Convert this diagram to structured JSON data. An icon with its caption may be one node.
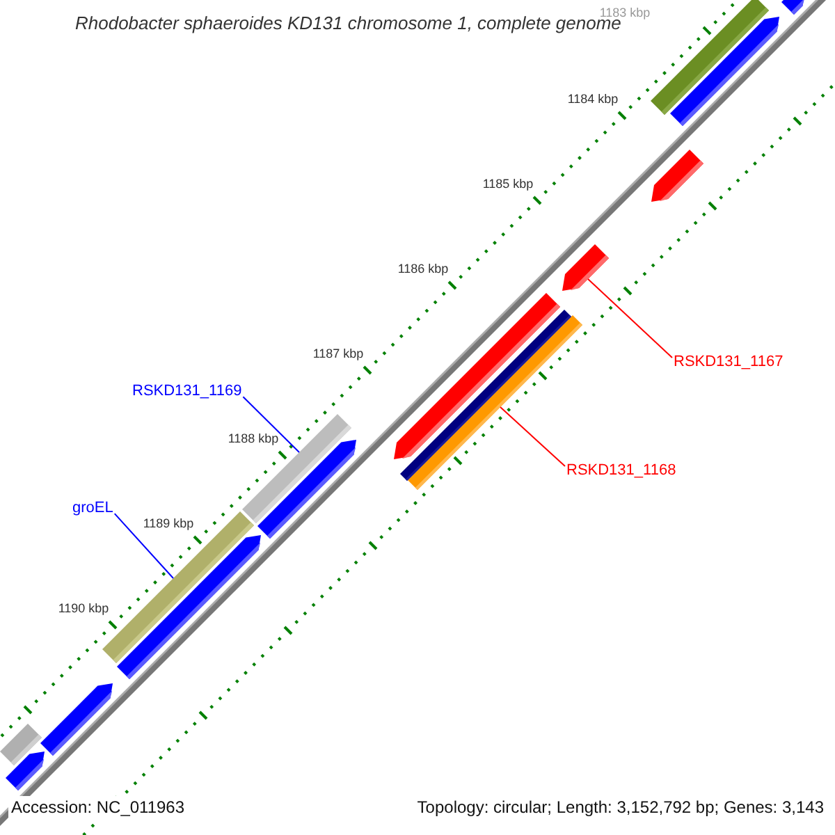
{
  "diagram": {
    "title": "Rhodobacter sphaeroides KD131 chromosome 1, complete genome",
    "nodes": [
      {
        "text": [
          "RSKD131_1169"
        ]
      },
      {
        "text": [],
        "shape": "bar"
      },
      {
        "text": [
          "groEL"
        ]
      },
      {
        "text": [],
        "shape": "bar"
      },
      {
        "text": [
          "RSKD131_1167"
        ]
      },
      {
        "text": [],
        "shape": "bar"
      },
      {
        "text": [
          "RSKD131_1168"
        ]
      },
      {
        "text": [],
        "shape": "bar"
      },
      {
        "text": [],
        "shape": "bar"
      },
      {
        "text": [],
        "shape": "bar"
      },
      {
        "text": [],
        "shape": "bar"
      },
      {
        "text": [],
        "shape": "bar"
      },
      {
        "text": [],
        "shape": "bar"
      },
      {
        "text": [],
        "shape": "bar"
      },
      {
        "text": [],
        "shape": "bar"
      },
      {
        "text": [],
        "shape": "bar"
      },
      {
        "text": [],
        "shape": "bar"
      },
      {
        "text": [],
        "shape": "bar"
      },
      {
        "text": [],
        "shape": "bar"
      }
    ],
    "edges": [
      {
        "from": 0,
        "to": 1,
        "arrow": "none",
        "color": "#0000ff"
      },
      {
        "from": 2,
        "to": 3,
        "arrow": "none",
        "color": "#0000ff"
      },
      {
        "from": 4,
        "to": 5,
        "arrow": "none",
        "color": "#ff0000"
      },
      {
        "from": 6,
        "to": 7,
        "arrow": "none",
        "color": "#ff0000"
      }
    ],
    "labels": [
      "1183 kbp",
      "1184 kbp",
      "1185 kbp",
      "1186 kbp",
      "1187 kbp",
      "1188 kbp",
      "1189 kbp",
      "1190 kbp",
      "Accession: NC_011963",
      "Topology: circular; Length: 3,152,792 bp; Genes: 3,143"
    ]
  }
}
